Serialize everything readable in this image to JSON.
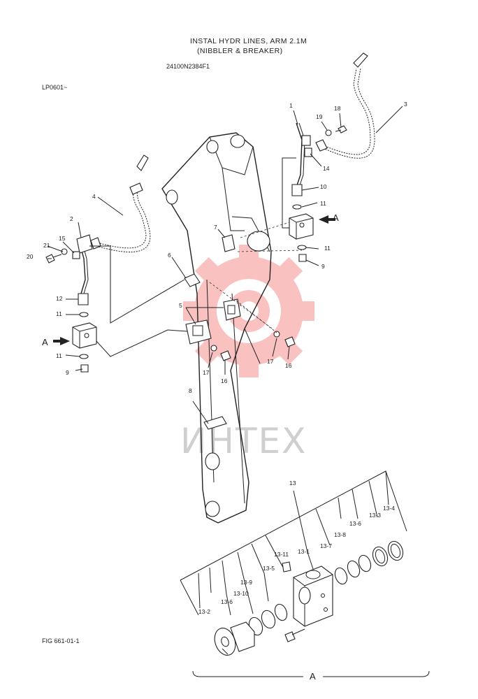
{
  "header": {
    "title_line1": "INSTAL HYDR  LINES, ARM 2.1M",
    "title_line2": "(NIBBLER & BREAKER)",
    "part_number": "24100N2384F1",
    "serial_range": "LP0601~"
  },
  "footer": {
    "figure_id": "FIG 661-01-1",
    "bracket_label": "A"
  },
  "view_labels": {
    "right_a": "A",
    "left_a": "A"
  },
  "watermark": {
    "text": "ИНТЕХ",
    "color": "#f04040"
  },
  "callouts": {
    "c1": "1",
    "c2": "2",
    "c3": "3",
    "c4": "4",
    "c5": "5",
    "c6": "6",
    "c7": "7",
    "c8": "8",
    "c9_right": "9",
    "c9_left": "9",
    "c10": "10",
    "c11_r1": "11",
    "c11_r2": "11",
    "c11_l1": "11",
    "c11_l2": "11",
    "c12": "12",
    "c13": "13",
    "c14": "14",
    "c15": "15",
    "c16_l": "16",
    "c16_r": "16",
    "c17_l": "17",
    "c17_r": "17",
    "c18": "18",
    "c19": "19",
    "c20": "20",
    "c21": "21"
  },
  "detail_callouts": {
    "d13_4": "13-4",
    "d13_3": "13-3",
    "d13_6a": "13-6",
    "d13_8": "13-8",
    "d13_7": "13-7",
    "d13_1": "13-1",
    "d13_11": "13-11",
    "d13_5": "13-5",
    "d13_9": "13-9",
    "d13_10": "13-10",
    "d13_6b": "13-6",
    "d13_2": "13-2"
  }
}
